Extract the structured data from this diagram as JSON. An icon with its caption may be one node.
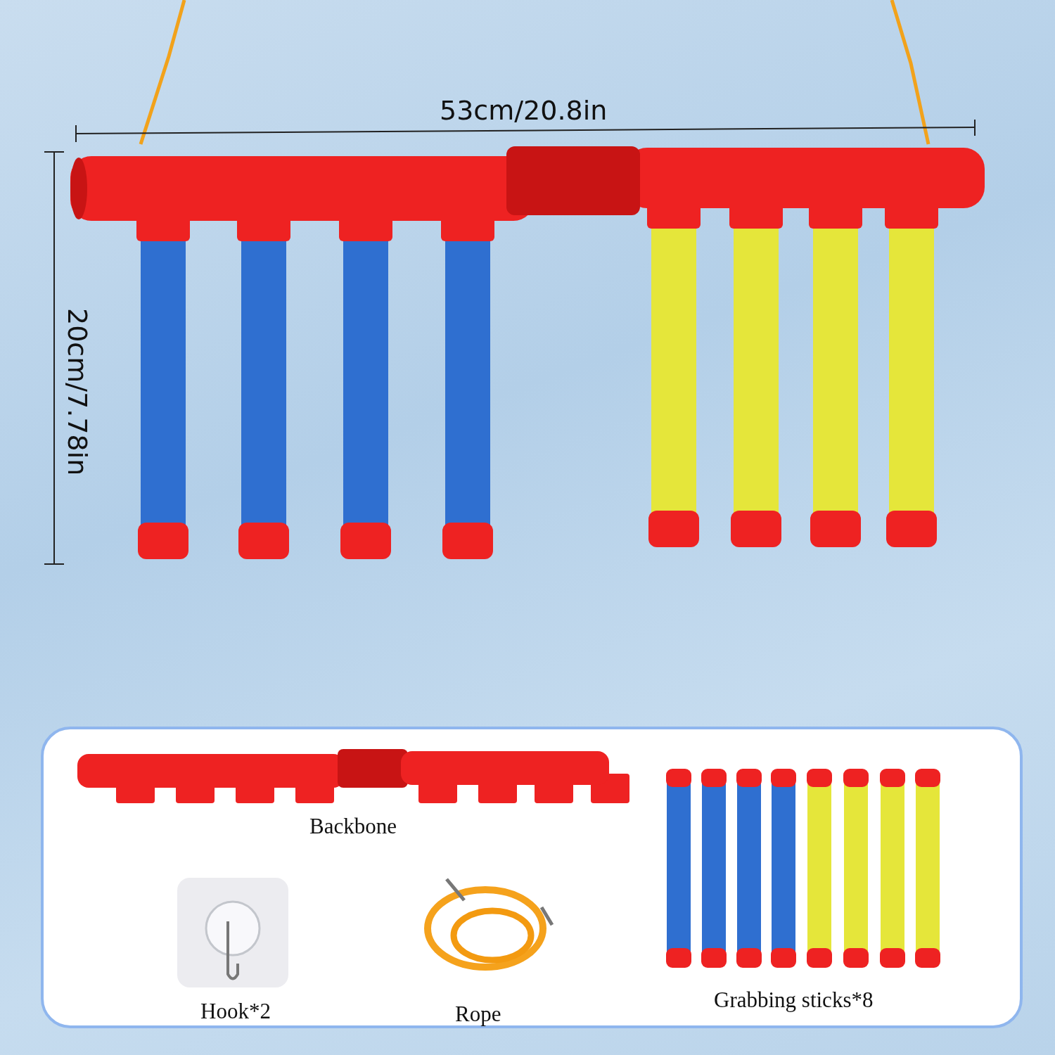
{
  "diagram": {
    "labels": [
      "53cm/20.8in",
      "20cm/7.78in",
      "Backbone",
      "Hook*2",
      "Rope",
      "Grabbing sticks*8"
    ]
  }
}
